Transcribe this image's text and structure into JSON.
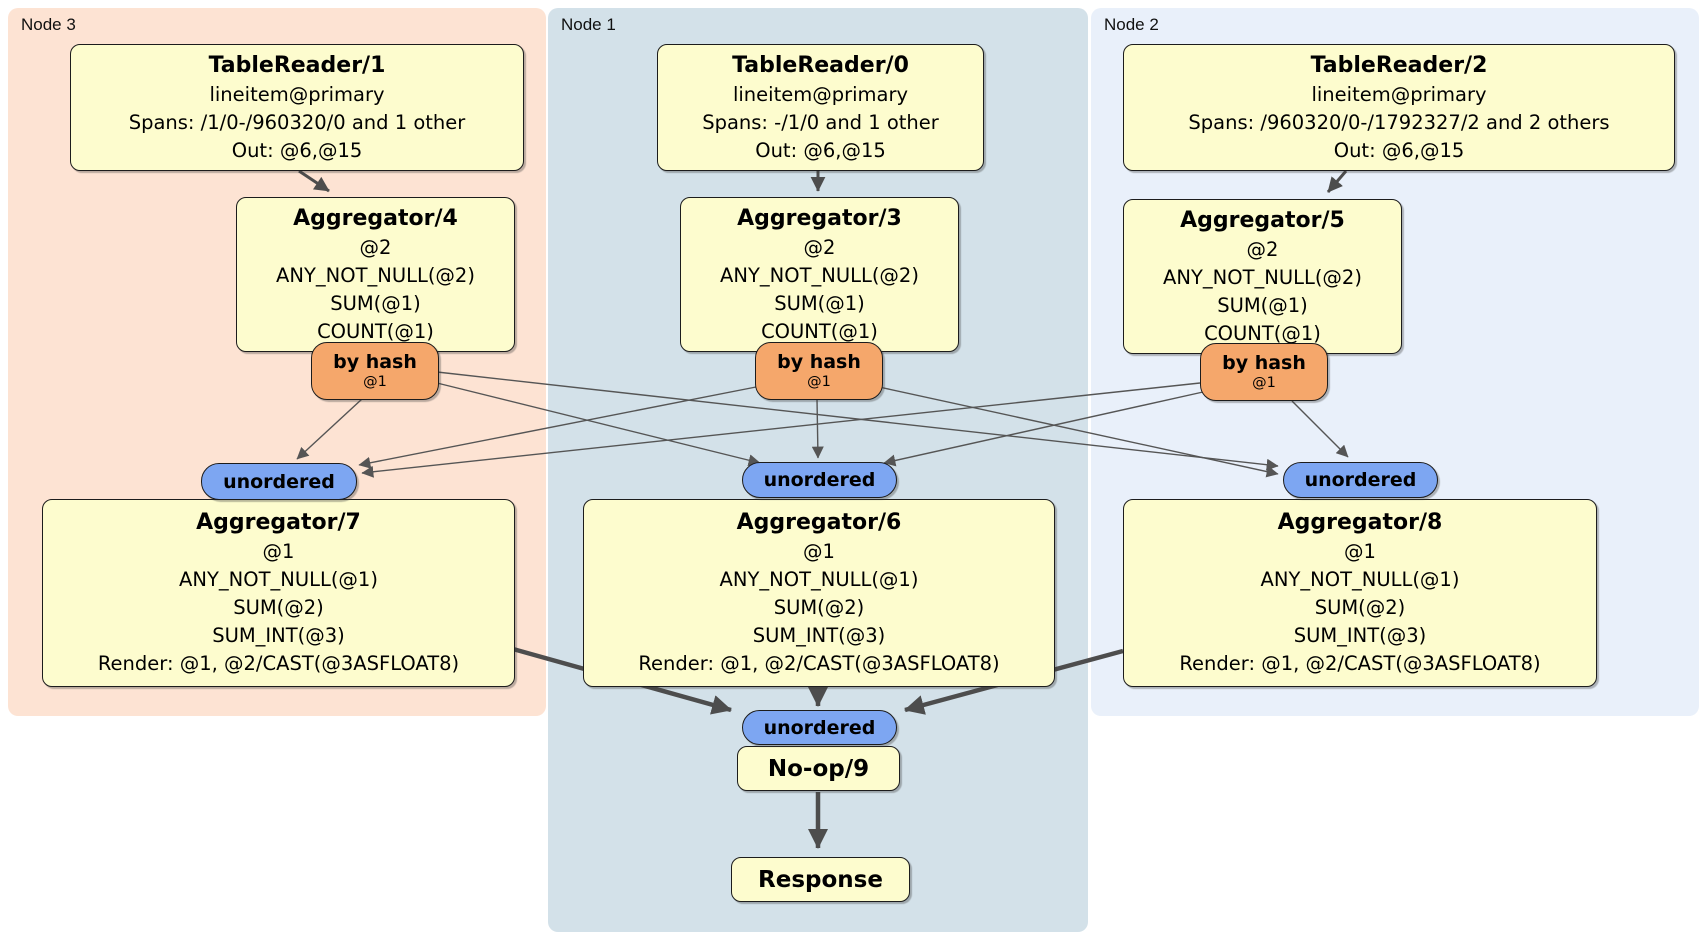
{
  "regions": [
    {
      "id": "node3",
      "label": "Node 3"
    },
    {
      "id": "node1",
      "label": "Node 1"
    },
    {
      "id": "node2",
      "label": "Node 2"
    }
  ],
  "processors": {
    "tablereader1": {
      "title": "TableReader/1",
      "index": "lineitem@primary",
      "spans": "Spans: /1/0-/960320/0 and 1 other",
      "out": "Out: @6,@15"
    },
    "tablereader0": {
      "title": "TableReader/0",
      "index": "lineitem@primary",
      "spans": "Spans: -/1/0 and 1 other",
      "out": "Out: @6,@15"
    },
    "tablereader2": {
      "title": "TableReader/2",
      "index": "lineitem@primary",
      "spans": "Spans: /960320/0-/1792327/2 and 2 others",
      "out": "Out: @6,@15"
    },
    "aggregator4": {
      "title": "Aggregator/4",
      "lines": [
        "@2",
        "ANY_NOT_NULL(@2)",
        "SUM(@1)",
        "COUNT(@1)"
      ]
    },
    "aggregator3": {
      "title": "Aggregator/3",
      "lines": [
        "@2",
        "ANY_NOT_NULL(@2)",
        "SUM(@1)",
        "COUNT(@1)"
      ]
    },
    "aggregator5": {
      "title": "Aggregator/5",
      "lines": [
        "@2",
        "ANY_NOT_NULL(@2)",
        "SUM(@1)",
        "COUNT(@1)"
      ]
    },
    "aggregator7": {
      "title": "Aggregator/7",
      "lines": [
        "@1",
        "ANY_NOT_NULL(@1)",
        "SUM(@2)",
        "SUM_INT(@3)",
        "Render: @1, @2/CAST(@3ASFLOAT8)"
      ]
    },
    "aggregator6": {
      "title": "Aggregator/6",
      "lines": [
        "@1",
        "ANY_NOT_NULL(@1)",
        "SUM(@2)",
        "SUM_INT(@3)",
        "Render: @1, @2/CAST(@3ASFLOAT8)"
      ]
    },
    "aggregator8": {
      "title": "Aggregator/8",
      "lines": [
        "@1",
        "ANY_NOT_NULL(@1)",
        "SUM(@2)",
        "SUM_INT(@3)",
        "Render: @1, @2/CAST(@3ASFLOAT8)"
      ]
    },
    "noop": {
      "title": "No-op/9"
    },
    "response": {
      "title": "Response"
    }
  },
  "router": {
    "label": "by hash",
    "detail": "@1"
  },
  "sync": {
    "label": "unordered"
  },
  "colors": {
    "node3_bg": "#fde3d3",
    "node1_bg": "#d3e1e9",
    "node2_bg": "#e9f0fa",
    "box_fill": "#fdfcce",
    "router_fill": "#f5a76b",
    "sync_fill": "#7da6f2",
    "edge": "#555555"
  }
}
